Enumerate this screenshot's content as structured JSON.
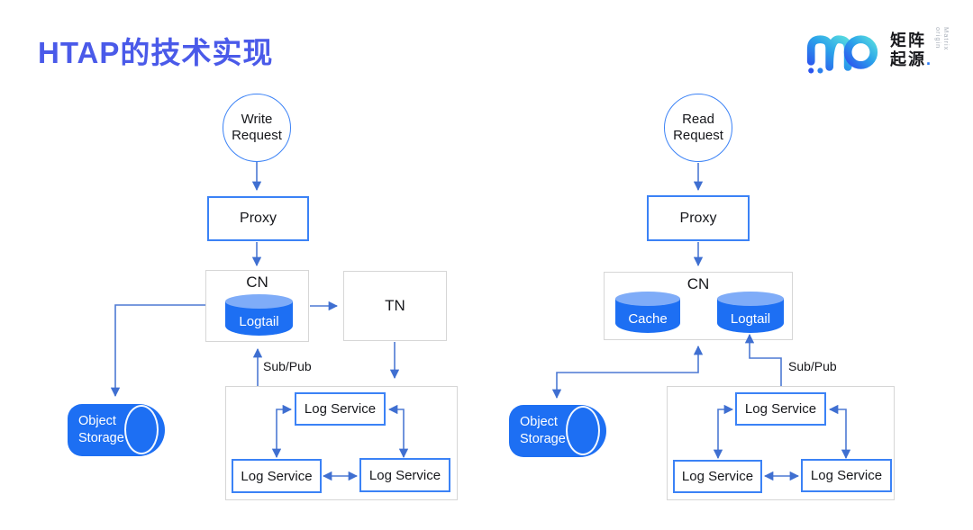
{
  "title": "HTAP的技术实现",
  "logo": {
    "cn_line1": "矩阵",
    "cn_line2": "起源",
    "dot": ".",
    "en_vertical": "Matrix origin"
  },
  "left": {
    "request_line1": "Write",
    "request_line2": "Request",
    "proxy": "Proxy",
    "cn": "CN",
    "logtail": "Logtail",
    "tn": "TN",
    "subpub": "Sub/Pub",
    "object_storage_line1": "Object",
    "object_storage_line2": "Storage",
    "log_service_top": "Log Service",
    "log_service_left": "Log Service",
    "log_service_right": "Log Service"
  },
  "right": {
    "request_line1": "Read",
    "request_line2": "Request",
    "proxy": "Proxy",
    "cn": "CN",
    "cache": "Cache",
    "logtail": "Logtail",
    "subpub": "Sub/Pub",
    "object_storage_line1": "Object",
    "object_storage_line2": "Storage",
    "log_service_top": "Log Service",
    "log_service_left": "Log Service",
    "log_service_right": "Log Service"
  },
  "colors": {
    "accent_blue": "#3b82f6",
    "cylinder_blue": "#1d6ff3",
    "cylinder_cap": "#7facf8",
    "arrow_blue": "#4d79d4",
    "title_blue": "#4a5ae9",
    "gray_border": "#d6d6d6"
  }
}
